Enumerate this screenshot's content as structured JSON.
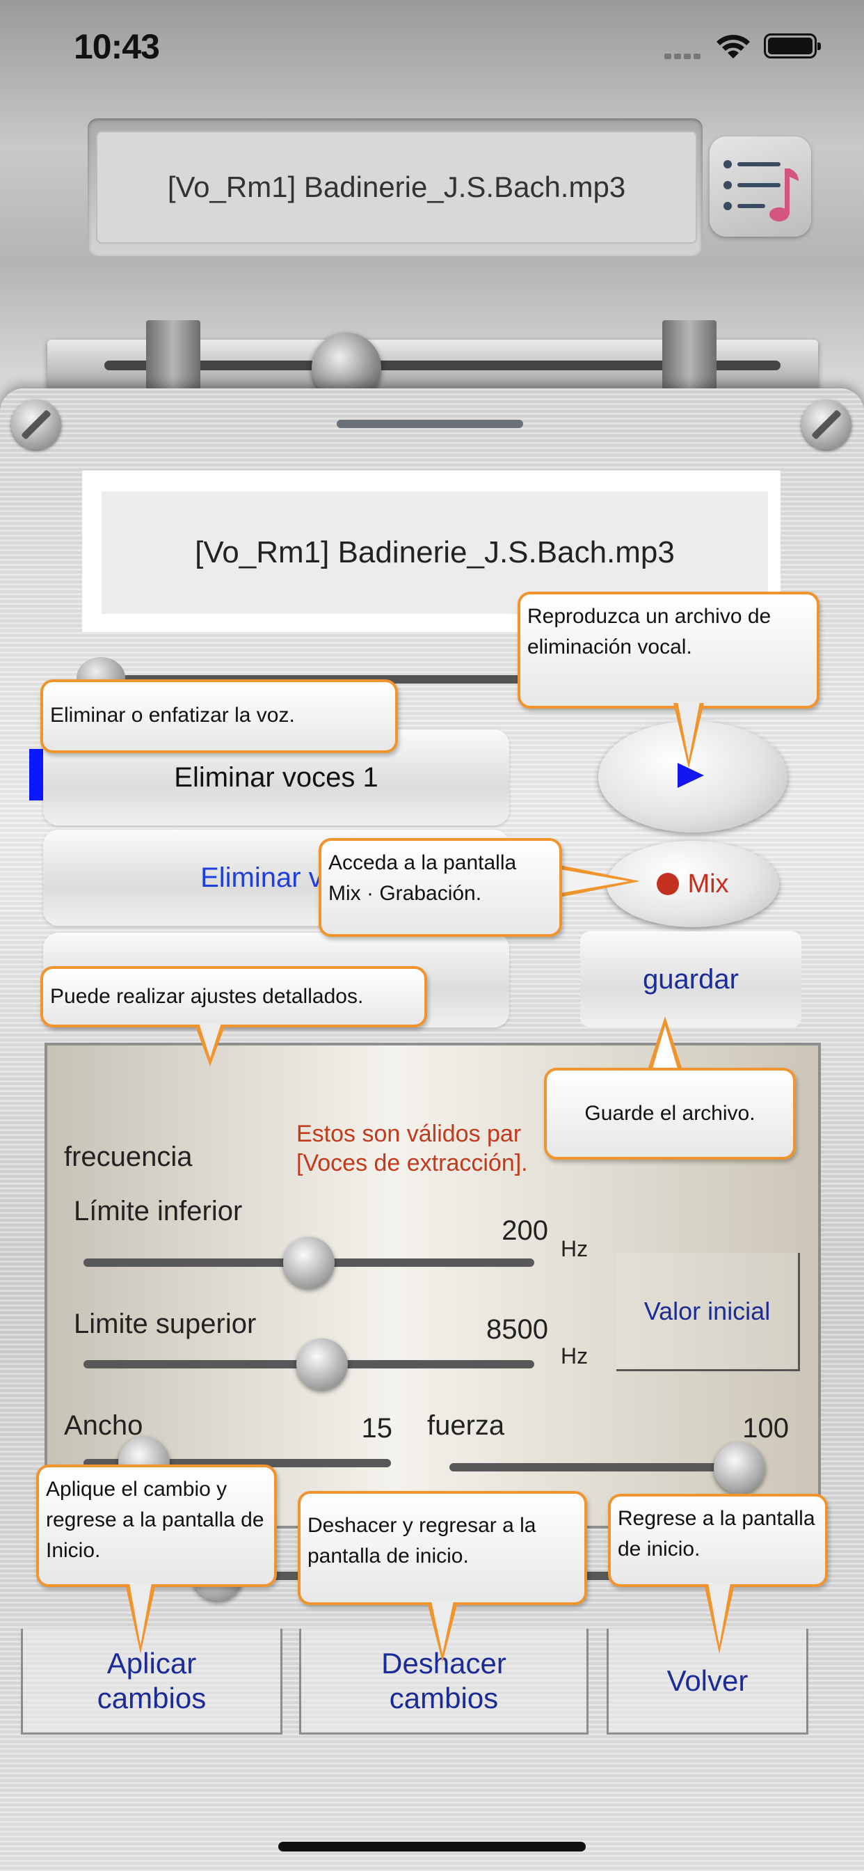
{
  "status_bar": {
    "time": "10:43"
  },
  "header": {
    "file_name": "[Vo_Rm1] Badinerie_J.S.Bach.mp3"
  },
  "sheet": {
    "file_name": "[Vo_Rm1] Badinerie_J.S.Bach.mp3"
  },
  "options": [
    {
      "label": "Eliminar voces 1",
      "selected": true
    },
    {
      "label": "Eliminar voc"
    },
    {
      "label": ""
    }
  ],
  "controls": {
    "mix_label": "Mix",
    "save_label": "guardar"
  },
  "settings": {
    "frequency_label": "frecuencia",
    "note_line1": "Estos son válidos par",
    "note_line2": "[Voces de extracción].",
    "lower_label": "Límite inferior",
    "lower_value": "200",
    "lower_unit": "Hz",
    "lower_fraction": 0.5,
    "upper_label": "Limite superior",
    "upper_value": "8500",
    "upper_unit": "Hz",
    "upper_fraction": 0.53,
    "width_label": "Ancho",
    "width_value": "15",
    "strength_label": "fuerza",
    "strength_value": "100",
    "reset_label": "Valor inicial"
  },
  "bottom": {
    "apply_line1": "Aplicar",
    "apply_line2": "cambios",
    "undo_line1": "Deshacer",
    "undo_line2": "cambios",
    "back": "Volver"
  },
  "callouts": {
    "play": "Reproduzca un archivo de eliminación vocal.",
    "voice": "Eliminar o enfatizar la voz.",
    "mix": "Acceda a la pantalla Mix · Grabación.",
    "adjust": "Puede realizar ajustes detallados.",
    "save": "Guarde el archivo.",
    "apply": "Aplique el cambio y regrese a la pantalla de Inicio.",
    "undo": "Deshacer y regresar a la pantalla de inicio.",
    "back": "Regrese a la pantalla de inicio."
  },
  "colors": {
    "accent_orange": "#f0942e",
    "selected_marker": "#0a18ff",
    "button_text_blue": "#1b2c96",
    "mix_red": "#c43020"
  },
  "icons": [
    "playlist-icon",
    "play-icon",
    "record-dot-icon",
    "screw-icon",
    "wifi-icon",
    "battery-icon",
    "signal-icon"
  ]
}
